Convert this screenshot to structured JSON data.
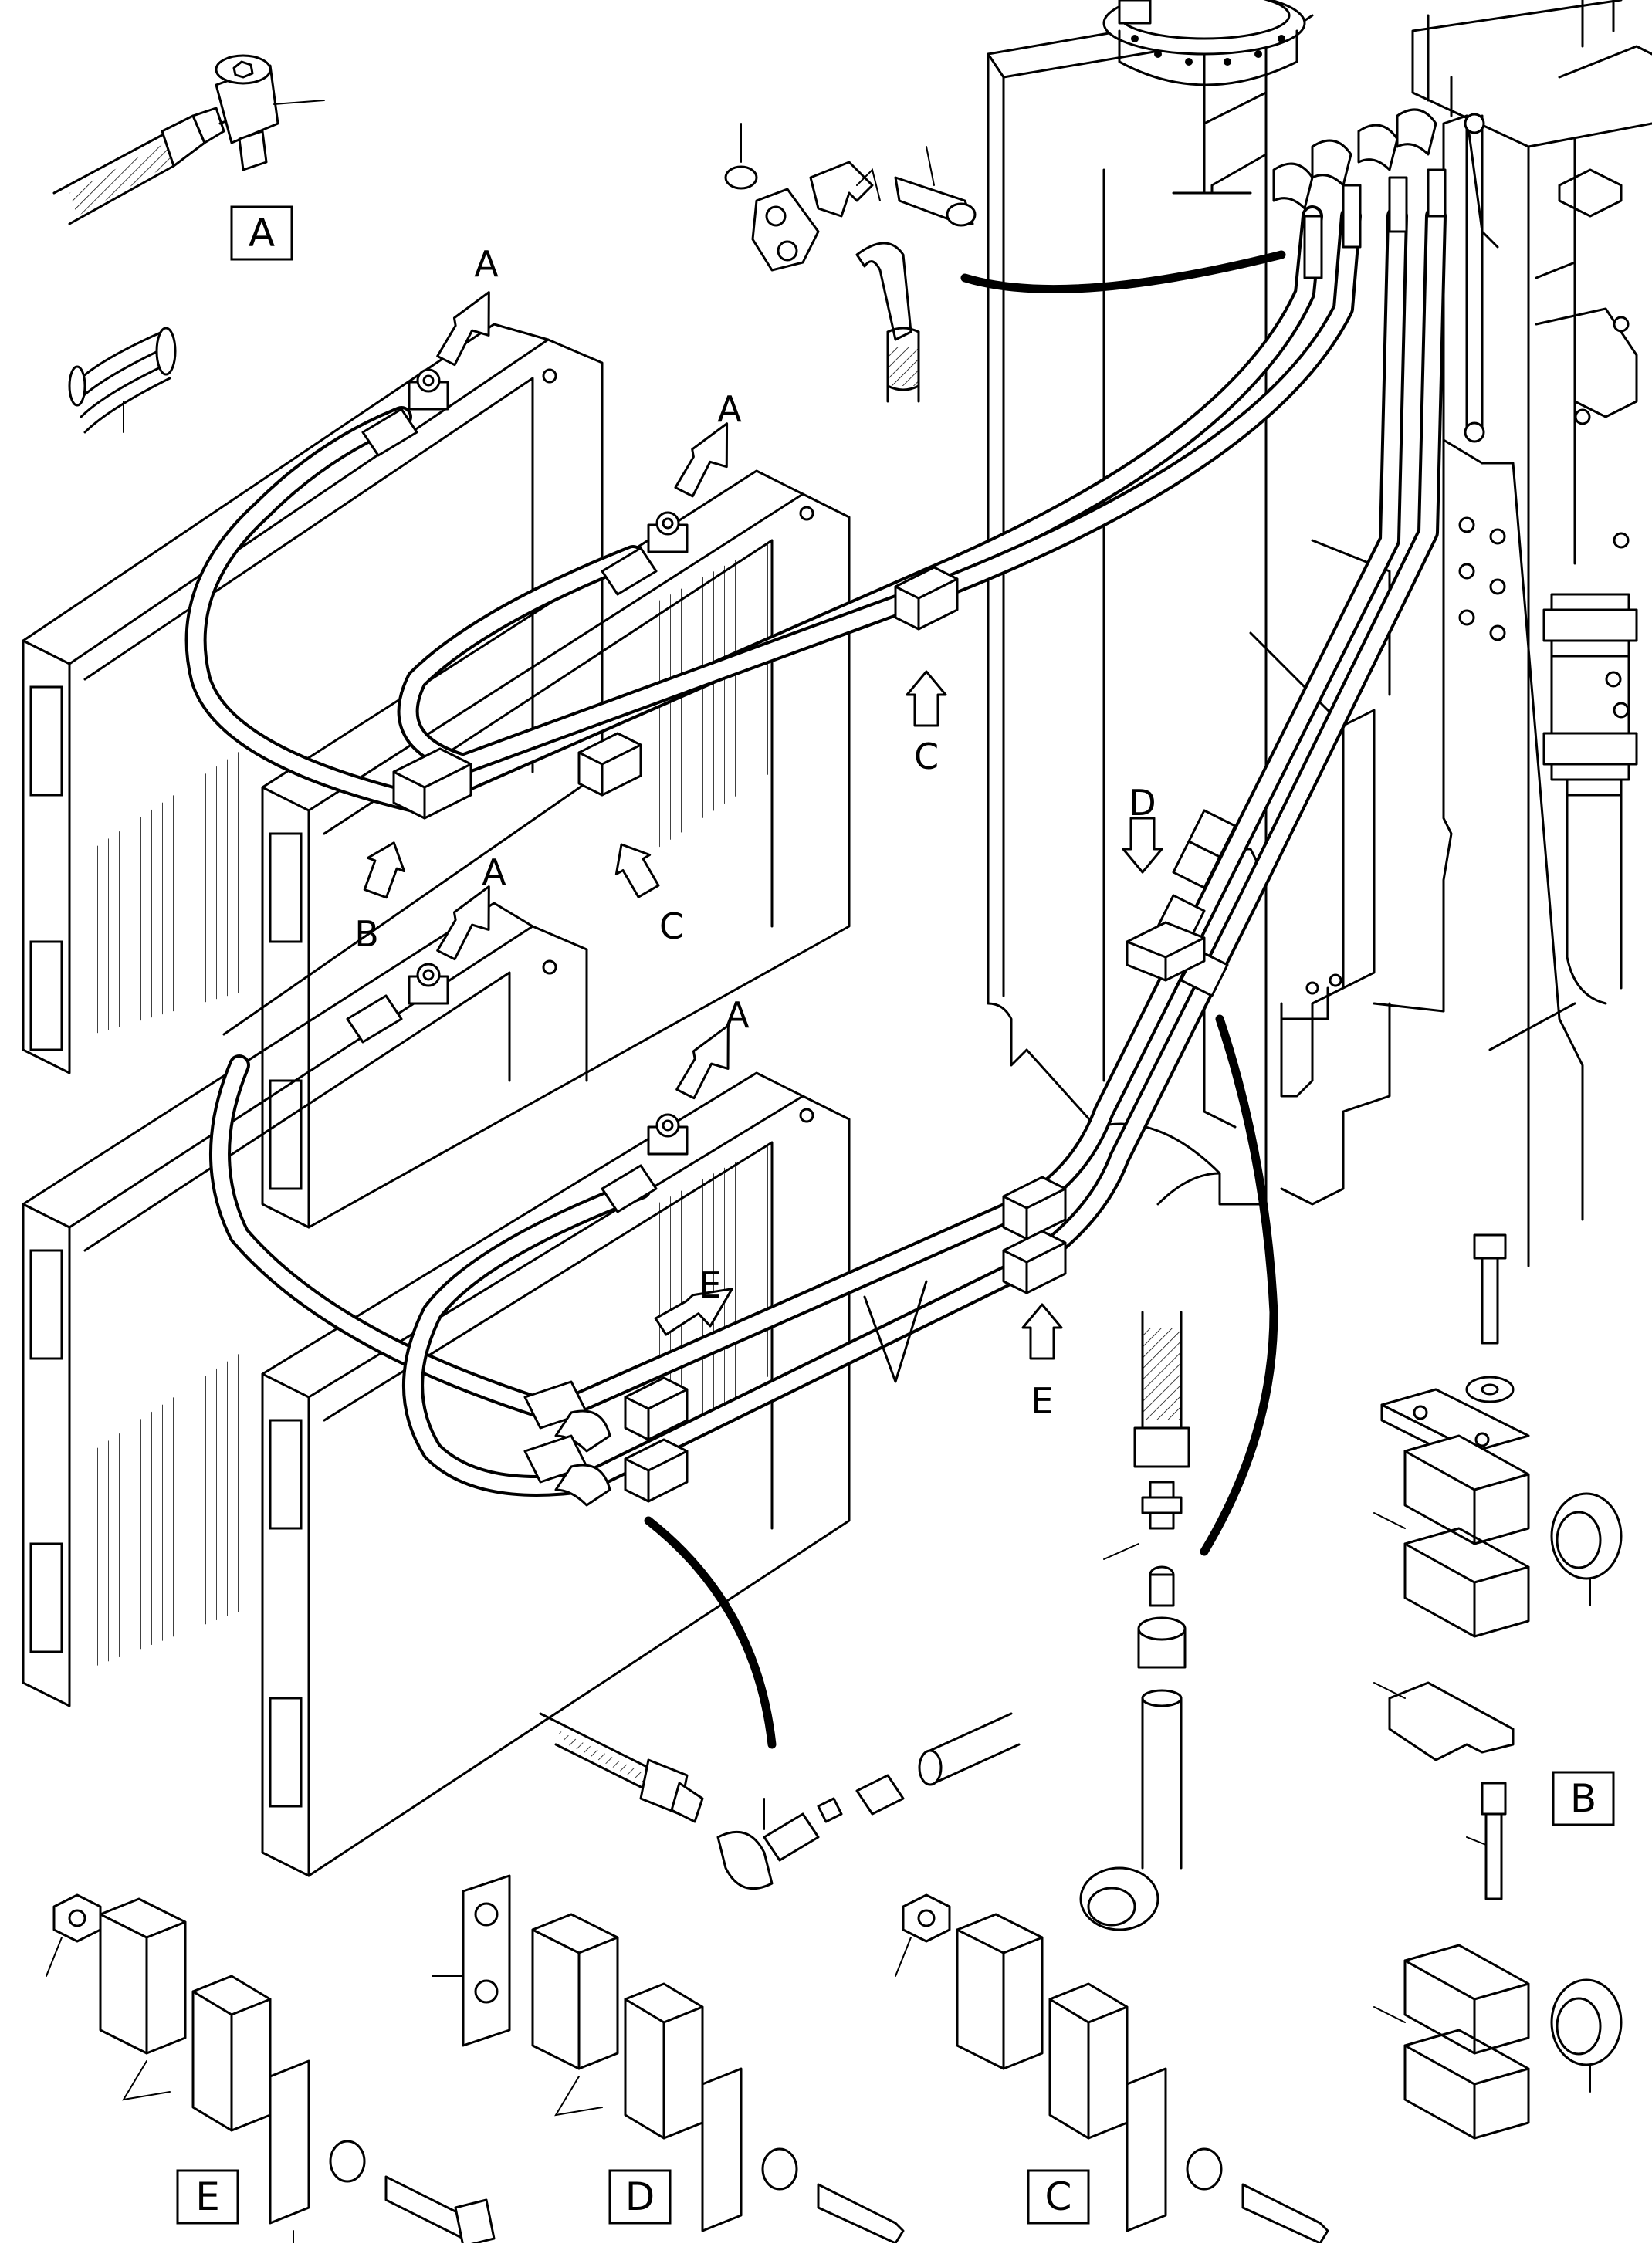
{
  "callouts": [
    {
      "label": "A"
    },
    {
      "label": "A"
    },
    {
      "label": "A"
    },
    {
      "label": "A"
    },
    {
      "label": "B"
    },
    {
      "label": "C"
    },
    {
      "label": "C"
    },
    {
      "label": "D"
    },
    {
      "label": "E"
    },
    {
      "label": "E"
    }
  ],
  "detail_boxes": [
    {
      "label": "A"
    },
    {
      "label": "B"
    },
    {
      "label": "C"
    },
    {
      "label": "D"
    },
    {
      "label": "E"
    }
  ]
}
